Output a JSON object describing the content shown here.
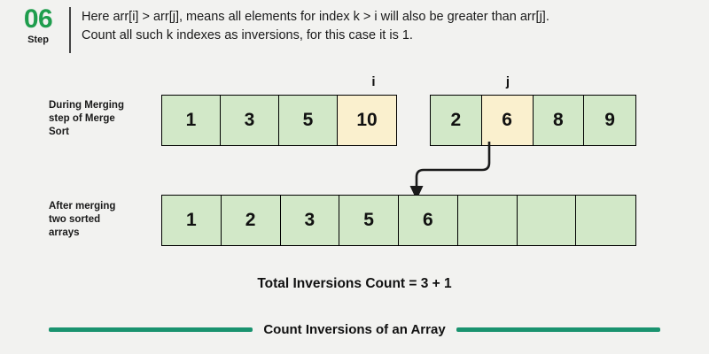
{
  "header": {
    "step_number": "06",
    "step_word": "Step",
    "line1": "Here arr[i] > arr[j], means all elements for index k > i will also be greater than arr[j].",
    "line2": "Count all such k indexes as inversions, for this case it is 1."
  },
  "colors": {
    "background": "#f2f2f0",
    "cell_green": "#d2e8c8",
    "cell_highlight": "#faf0ce",
    "accent_green": "#1f9d4d",
    "footer_green": "#1a936f",
    "border": "#000000"
  },
  "row1": {
    "label_line1": "During Merging",
    "label_line2": "step of Merge",
    "label_line3": "Sort",
    "left_array": {
      "values": [
        "1",
        "3",
        "5",
        "10"
      ],
      "highlight_index": 3,
      "pointer_label": "i"
    },
    "right_array": {
      "values": [
        "2",
        "6",
        "8",
        "9"
      ],
      "highlight_index": 1,
      "pointer_label": "j"
    }
  },
  "row2": {
    "label_line1": "After merging",
    "label_line2": "two sorted",
    "label_line3": "arrays",
    "merged_array": {
      "values": [
        "1",
        "2",
        "3",
        "5",
        "6",
        "",
        "",
        ""
      ],
      "filled_count": 5
    }
  },
  "total": {
    "text": "Total Inversions Count = 3 + 1"
  },
  "footer": {
    "title": "Count Inversions of an Array"
  }
}
